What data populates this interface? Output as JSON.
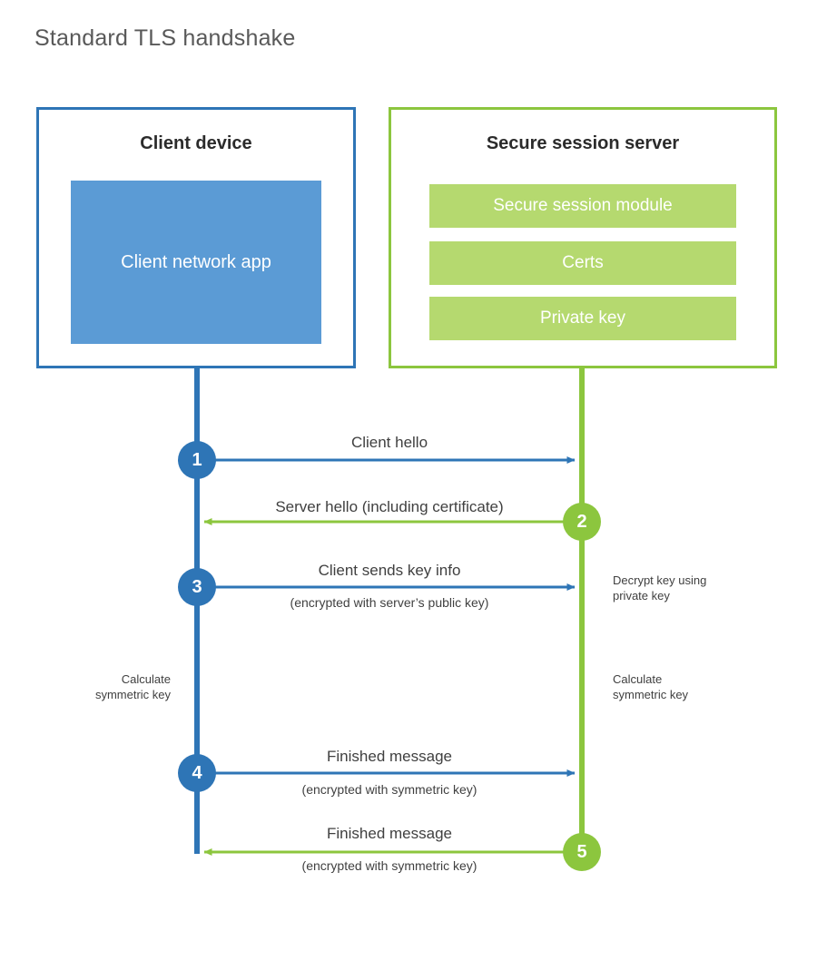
{
  "title": "Standard TLS handshake",
  "colors": {
    "client_border": "#2e75b6",
    "client_fill": "#5b9bd5",
    "server_border": "#8cc63e",
    "server_fill": "#b5d96f",
    "blue_line": "#2e75b6",
    "green_line": "#8cc63e",
    "text": "#404040"
  },
  "client": {
    "title": "Client device",
    "app_label": "Client network\napp"
  },
  "server": {
    "title": "Secure session server",
    "bars": [
      {
        "label": "Secure session module"
      },
      {
        "label": "Certs"
      },
      {
        "label": "Private key"
      }
    ]
  },
  "steps": [
    {
      "number": "1",
      "label": "Client hello",
      "sublabel": "",
      "direction": "client-to-server",
      "side": "client"
    },
    {
      "number": "2",
      "label": "Server hello (including certificate)",
      "sublabel": "",
      "direction": "server-to-client",
      "side": "server"
    },
    {
      "number": "3",
      "label": "Client sends key info",
      "sublabel": "(encrypted with server’s public key)",
      "direction": "client-to-server",
      "side": "client"
    },
    {
      "number": "4",
      "label": "Finished message",
      "sublabel": "(encrypted with symmetric key)",
      "direction": "client-to-server",
      "side": "client"
    },
    {
      "number": "5",
      "label": "Finished message",
      "sublabel": "(encrypted with symmetric key)",
      "direction": "server-to-client",
      "side": "server"
    }
  ],
  "annotations": {
    "decrypt_note": "Decrypt key using\nprivate key",
    "client_calculate": "Calculate\nsymmetric key",
    "server_calculate": "Calculate\nsymmetric key"
  }
}
